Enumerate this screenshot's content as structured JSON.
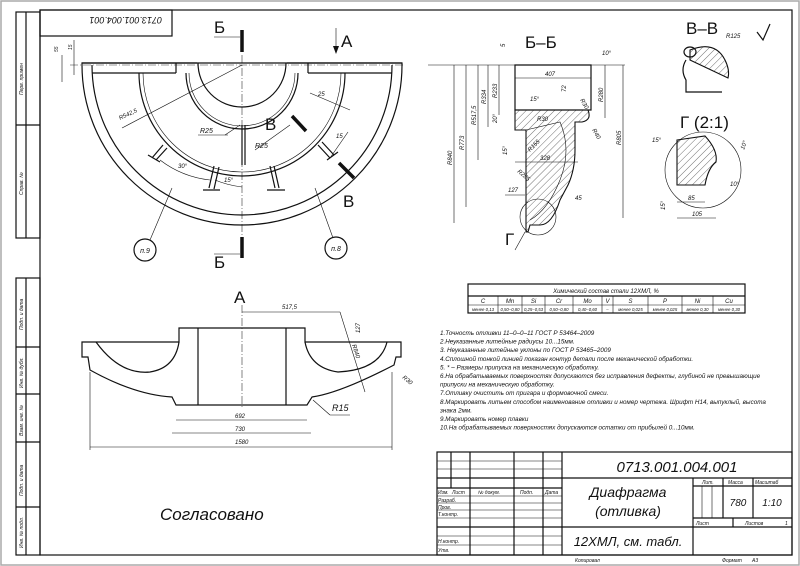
{
  "stamp_rotated": "0713.001.004.001",
  "side_strip": [
    "Перв. примен",
    "Справ. №",
    "Подп. и дата",
    "Инв. № дубл.",
    "Взам. инв. №",
    "Подп. и дата",
    "Инв. № подл."
  ],
  "section_labels": {
    "b_top": "Б",
    "b_bottom": "Б",
    "a_arrow": "А",
    "v1": "В",
    "v2": "В",
    "bb": "Б–Б",
    "vv": "В–В",
    "g_detail": "Г (2:1)",
    "g_mark": "Г",
    "a_view": "А"
  },
  "callouts": {
    "p9": "п.9",
    "p8": "п.8"
  },
  "plan_dims": {
    "d55": "55",
    "d15": "15",
    "r5425": "R542,5",
    "r25a": "R25",
    "r25b": "R25",
    "d25": "25",
    "d15b": "15",
    "a30": "30°",
    "a15": "15°"
  },
  "section_dims": {
    "d5": "5",
    "d10": "10°",
    "d407": "407",
    "r233": "R233",
    "r334": "R334",
    "r5175": "R517,5",
    "r773": "R773",
    "r840": "R840",
    "d15deg": "15°",
    "d72": "72",
    "r30": "R30",
    "r30b": "R30",
    "r40": "R40",
    "r280": "R280",
    "r805": "R805",
    "d20": "20°",
    "d15c": "15°",
    "r155": "R155",
    "d328": "328",
    "r285": "R285",
    "d127": "127",
    "d45": "45"
  },
  "vv_dims": {
    "r125": "R125"
  },
  "g_dims": {
    "a15": "15°",
    "a10": "10°",
    "a10b": "10°",
    "a15b": "15°",
    "d85": "85",
    "d105": "105"
  },
  "front_dims": {
    "d5175": "517,5",
    "d127": "127",
    "r840": "R840",
    "r30": "R30",
    "r15": "R15",
    "d692": "692",
    "d730": "730",
    "d1580": "1580"
  },
  "approval": "Согласовано",
  "chem_table": {
    "title": "Химический состав стали 12ХМЛ, %",
    "headers": [
      "C",
      "Mn",
      "Si",
      "Cr",
      "Mo",
      "V",
      "S",
      "P",
      "Ni",
      "Cu"
    ],
    "values": [
      "менее 0,13",
      "0,50–0,80",
      "0,25–0,53",
      "0,50–0,80",
      "0,40–0,60",
      "–",
      "менее 0,025",
      "менее 0,025",
      "менее 0,30",
      "менее 0,30"
    ]
  },
  "notes": [
    "1.Точность отливки 11–0–0–11 ГОСТ Р 53464–2009",
    "2.Неуказанные литейные радиусы 10...15мм.",
    "3. Неуказанные литейные уклоны по ГОСТ Р 53465–2009",
    "4.Сплошной тонкой линией показан контур детали после механической обработки.",
    "5. * – Размеры припуска на механическую обработку.",
    "6.На обрабатываемых поверхностях допускаются без исправления дефекты, глубиной не превышающие",
    "припуски на механическую обработку.",
    "7.Отливку очистить от пригара и формовочной смеси.",
    "8.Маркировать литьем способом наименование отливки и номер чертежа. Шрифт Н14, выпуклый, высота",
    "знака 2мм.",
    "9.Маркировать номер плавки",
    "10.На обрабатываемых поверхностях допускаются остатки от прибылей 0...10мм."
  ],
  "title_block": {
    "designation": "0713.001.004.001",
    "name_line1": "Диафрагма",
    "name_line2": "(отливка)",
    "material": "12ХМЛ, см. табл.",
    "col_headers": [
      "Изм.",
      "Лист",
      "№ докум.",
      "Подп.",
      "Дата"
    ],
    "roles": [
      "Разраб.",
      "Пров.",
      "Т.контр.",
      "Н.контр.",
      "Утв."
    ],
    "lit_label": "Лит.",
    "mass_label": "Масса",
    "scale_label": "Масштаб",
    "mass": "780",
    "scale": "1:10",
    "sheet_label": "Лист",
    "sheets_label": "Листов",
    "sheets": "1",
    "copied": "Копировал",
    "format_label": "Формат",
    "format": "А3"
  }
}
